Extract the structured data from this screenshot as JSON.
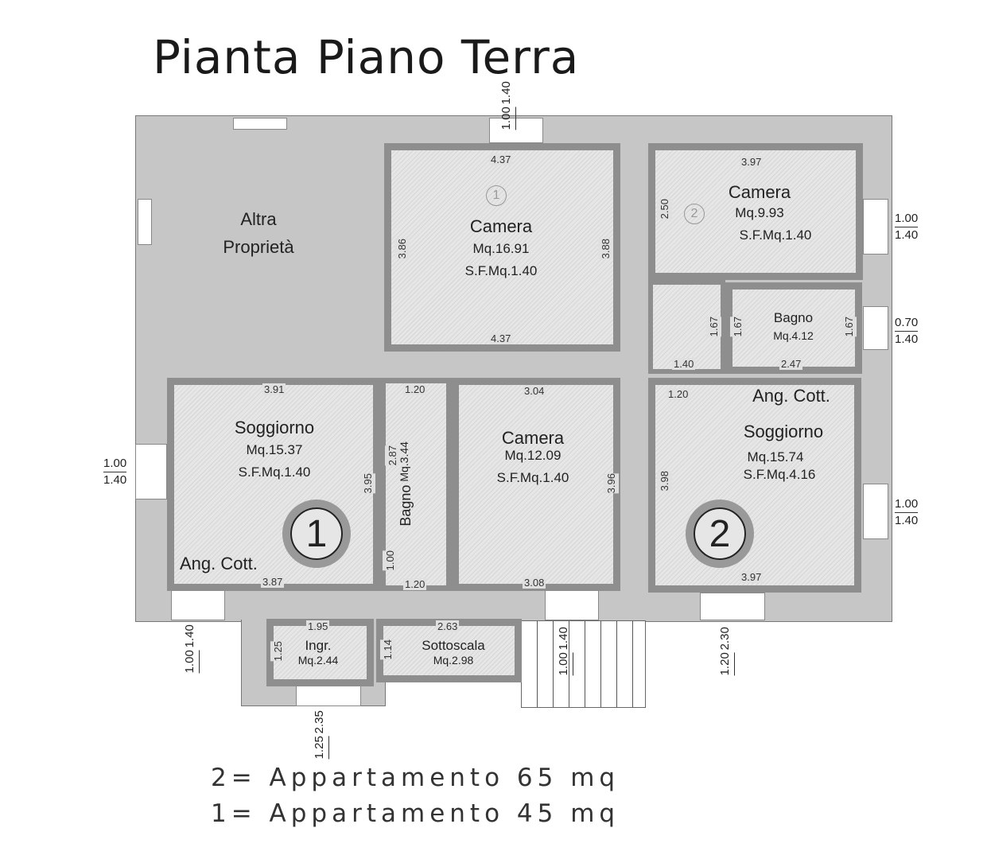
{
  "title": "Pianta Piano Terra",
  "other_property": {
    "line1": "Altra",
    "line2": "Proprietà"
  },
  "rooms": [
    {
      "name": "Camera",
      "area": "Mq.16.91",
      "sf": "S.F.Mq.1.40",
      "marker": "1",
      "dims": [
        "4.37",
        "4.37",
        "3.86",
        "3.88"
      ]
    },
    {
      "name": "Camera",
      "area": "Mq.9.93",
      "sf": "S.F.Mq.1.40",
      "marker": "2",
      "dims": [
        "3.97",
        "2.50"
      ]
    },
    {
      "name": "Bagno",
      "area": "Mq.4.12",
      "dims": [
        "2.47",
        "1.67",
        "1.67"
      ]
    },
    {
      "name": "Soggiorno",
      "area": "Mq.15.37",
      "sf": "S.F.Mq.1.40",
      "note": "Ang. Cott.",
      "dims": [
        "3.91",
        "3.87",
        "3.95"
      ]
    },
    {
      "name": "Bagno",
      "area": "Mq.3.44",
      "dims": [
        "1.20",
        "2.87",
        "1.20",
        "1.00"
      ]
    },
    {
      "name": "Camera",
      "area": "Mq.12.09",
      "sf": "S.F.Mq.1.40",
      "dims": [
        "3.04",
        "3.08",
        "3.96"
      ]
    },
    {
      "name": "Soggiorno",
      "area": "Mq.15.74",
      "sf": "S.F.Mq.4.16",
      "note": "Ang. Cott.",
      "dims": [
        "3.97",
        "3.98",
        "1.20"
      ]
    },
    {
      "name": "Ingr.",
      "area": "Mq.2.44",
      "dims": [
        "1.95",
        "1.25"
      ]
    },
    {
      "name": "Sottoscala",
      "area": "Mq.2.98",
      "dims": [
        "2.63",
        "1.14"
      ]
    }
  ],
  "corridor_dims": [
    "1.40",
    "1.67"
  ],
  "apartment_markers": [
    "1",
    "2"
  ],
  "windows": [
    {
      "w": "1.00",
      "h": "1.40"
    },
    {
      "w": "1.00",
      "h": "1.40"
    },
    {
      "w": "0.70",
      "h": "1.40"
    },
    {
      "w": "1.00",
      "h": "1.40"
    },
    {
      "w": "1.00",
      "h": "1.40"
    },
    {
      "w": "1.00",
      "h": "1.40"
    },
    {
      "w": "1.00",
      "h": "1.40"
    },
    {
      "w": "1.20",
      "h": "2.30"
    },
    {
      "w": "1.25",
      "h": "2.35"
    }
  ],
  "legend": [
    "2= Appartamento 65 mq",
    "1= Appartamento 45 mq"
  ]
}
